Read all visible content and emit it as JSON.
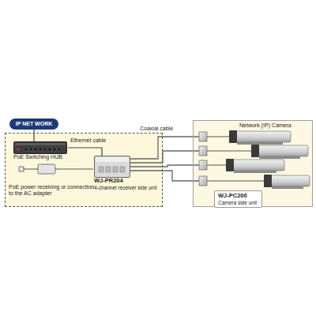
{
  "diagram": {
    "nodes": [
      {
        "text": [
          "IP NET WORK"
        ]
      },
      {
        "text": [
          "PoE power receiving or connection to the AC adapter"
        ]
      },
      {
        "text": [
          "PoE Switching HUB"
        ],
        "in": 1
      },
      {
        "text": [
          "WJ-PR204",
          "4-channel receiver side unit"
        ],
        "in": 1
      },
      {
        "text": [
          "Network (IP) Camera"
        ]
      },
      {
        "text": [
          "WJ-PC200",
          "Camera side unit"
        ],
        "in": 4
      }
    ],
    "edges": [
      {
        "from": 0,
        "to": 2,
        "arrow": "none"
      },
      {
        "from": 2,
        "to": 3,
        "arrow": "none"
      }
    ],
    "labels": [
      "Ethernet cable",
      "Coaxial cable"
    ]
  }
}
